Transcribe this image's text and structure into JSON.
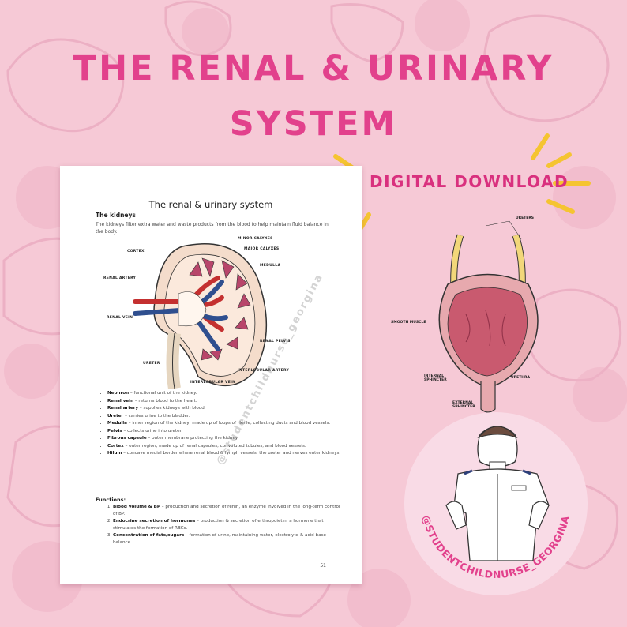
{
  "header": {
    "title_line1": "THE RENAL & URINARY",
    "title_line2": "SYSTEM",
    "badge": "DIGITAL DOWNLOAD"
  },
  "document": {
    "title": "The renal & urinary system",
    "section": "The kidneys",
    "intro": "The kidneys filter extra water and waste products from the blood to help maintain fluid balance in the body.",
    "watermark": "@studentchildnurse_georgina",
    "kidney_labels": {
      "minor_calyces": "MINOR CALYXES",
      "major_calyces": "MAJOR CALYXES",
      "cortex": "CORTEX",
      "medulla": "MEDULLA",
      "renal_artery": "RENAL ARTERY",
      "renal_vein": "RENAL VEIN",
      "renal_pelvis": "RENAL PELVIS",
      "interlobular_artery": "INTERLOBULAR ARTERY",
      "interlobular_vein": "INTERLOBULAR VEIN",
      "ureter": "URETER"
    },
    "bullets": [
      {
        "term": "Nephron",
        "text": " – functional unit of the kidney."
      },
      {
        "term": "Renal vein",
        "text": " – returns blood to the heart."
      },
      {
        "term": "Renal artery",
        "text": " – supplies kidneys with blood."
      },
      {
        "term": "Ureter",
        "text": " – carries urine to the bladder."
      },
      {
        "term": "Medulla",
        "text": " – inner region of the kidney, made up of loops of Henle, collecting ducts and blood vessels."
      },
      {
        "term": "Pelvis",
        "text": " – collects urine into ureter."
      },
      {
        "term": "Fibrous capsule",
        "text": " – outer membrane protecting the kidney."
      },
      {
        "term": "Cortex",
        "text": " – outer region, made up of renal capsules, convoluted tubules, and blood vessels."
      },
      {
        "term": "Hilum",
        "text": " – concave medial border where renal blood & lymph vessels, the ureter and nerves enter kidneys."
      }
    ],
    "functions_heading": "Functions:",
    "functions": [
      {
        "term": "Blood volume & BP",
        "text": " – production and secretion of renin, an enzyme involved in the long-term control of BP."
      },
      {
        "term": "Endocrine secretion of hormones",
        "text": " – production & secretion of erthropoietin, a hormone that stimulates the formation of RBCs."
      },
      {
        "term": "Concentration of fats/sugars",
        "text": " – formation of urine, maintaining water, electrolyte & acid-base balance."
      }
    ],
    "page_number": "51"
  },
  "bladder_labels": {
    "ureters": "URETERS",
    "smooth_muscle": "SMOOTH MUSCLE",
    "internal_sphincter": "INTERNAL SPHINCTER",
    "urethra": "URETHRA",
    "external_sphincter": "EXTERNAL SPHINCTER"
  },
  "social": {
    "handle": "@STUDENTCHILDNURSE_GEORGINA"
  },
  "colors": {
    "background": "#f6c9d6",
    "accent_pink": "#e2418c",
    "sunburst": "#f5c431"
  }
}
